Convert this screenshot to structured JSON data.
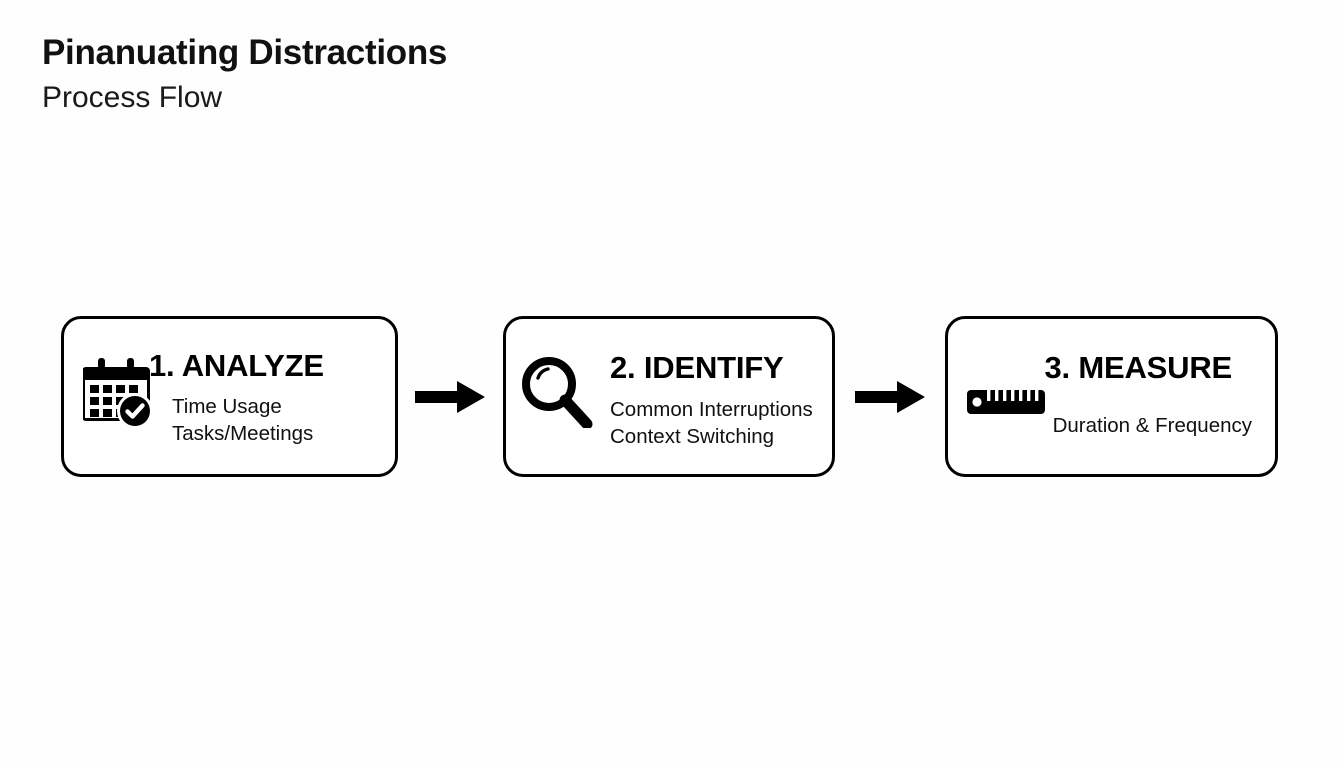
{
  "header": {
    "title": "Pinanuating Distractions",
    "subtitle": "Process Flow"
  },
  "colors": {
    "background": "#fefefe",
    "box_border": "#000000",
    "box_fill": "#ffffff",
    "text": "#111111",
    "arrow": "#000000"
  },
  "flow": {
    "steps": [
      {
        "icon": "calendar-check-icon",
        "title": "1. ANALYZE",
        "lines": [
          "Time Usage",
          "Tasks/Meetings"
        ],
        "align": "left"
      },
      {
        "icon": "magnifier-icon",
        "title": "2. IDENTIFY",
        "lines": [
          "Common Interruptions",
          "Context Switching"
        ],
        "align": "left"
      },
      {
        "icon": "ruler-icon",
        "title": "3. MEASURE",
        "lines": [
          "Duration & Frequency"
        ],
        "align": "right"
      }
    ],
    "connectors": [
      {
        "icon": "arrow-right-icon",
        "from": "1. ANALYZE",
        "to": "2. IDENTIFY"
      },
      {
        "icon": "arrow-right-icon",
        "from": "2. IDENTIFY",
        "to": "3. MEASURE"
      }
    ]
  }
}
